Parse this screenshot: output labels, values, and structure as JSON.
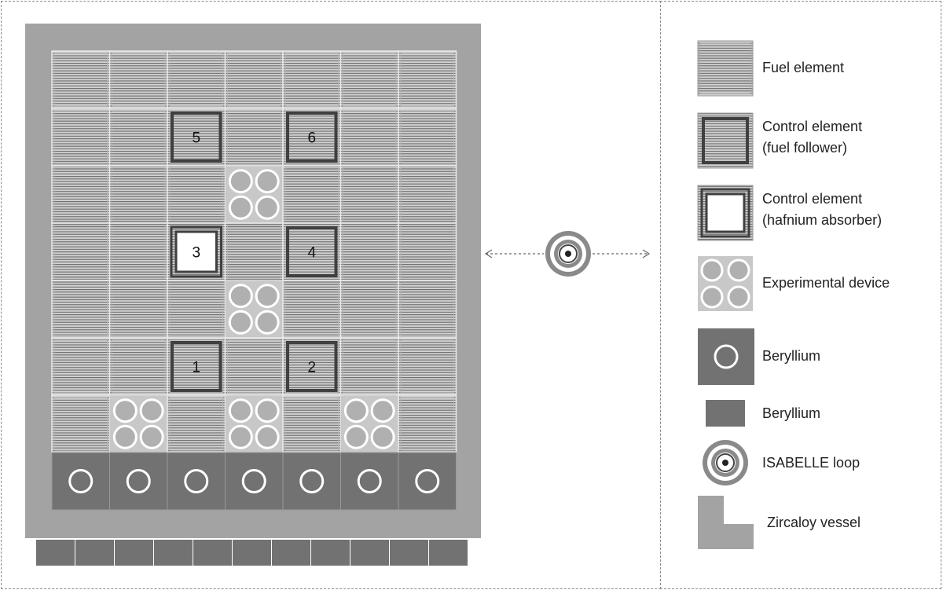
{
  "diagram": {
    "grid_layout": [
      [
        "fuel",
        "fuel",
        "fuel",
        "fuel",
        "fuel",
        "fuel",
        "fuel"
      ],
      [
        "fuel",
        "fuel",
        "control-fuel",
        "fuel",
        "control-fuel",
        "fuel",
        "fuel"
      ],
      [
        "fuel",
        "fuel",
        "fuel",
        "experimental",
        "fuel",
        "fuel",
        "fuel"
      ],
      [
        "fuel",
        "fuel",
        "control-hafnium",
        "fuel",
        "control-fuel",
        "fuel",
        "fuel"
      ],
      [
        "fuel",
        "fuel",
        "fuel",
        "experimental",
        "fuel",
        "fuel",
        "fuel"
      ],
      [
        "fuel",
        "fuel",
        "control-fuel",
        "fuel",
        "control-fuel",
        "fuel",
        "fuel"
      ],
      [
        "fuel",
        "experimental",
        "fuel",
        "experimental",
        "fuel",
        "experimental",
        "fuel"
      ],
      [
        "beryllium-hole",
        "beryllium-hole",
        "beryllium-hole",
        "beryllium-hole",
        "beryllium-hole",
        "beryllium-hole",
        "beryllium-hole"
      ]
    ],
    "control_labels": [
      {
        "row": 1,
        "col": 2,
        "label": "5"
      },
      {
        "row": 1,
        "col": 4,
        "label": "6"
      },
      {
        "row": 3,
        "col": 2,
        "label": "3"
      },
      {
        "row": 3,
        "col": 4,
        "label": "4"
      },
      {
        "row": 5,
        "col": 2,
        "label": "1"
      },
      {
        "row": 5,
        "col": 4,
        "label": "2"
      }
    ],
    "bottom_reflector_blocks": 11
  },
  "legend": {
    "fuel_element": "Fuel element",
    "control_fuel_line1": "Control element",
    "control_fuel_line2": "(fuel follower)",
    "control_hafnium_line1": "Control element",
    "control_hafnium_line2": "(hafnium absorber)",
    "experimental_device": "Experimental device",
    "beryllium_hole": "Beryllium",
    "beryllium_block": "Beryllium",
    "isabelle_loop": "ISABELLE loop",
    "zircaloy_vessel": "Zircaloy vessel"
  },
  "colors": {
    "vessel": "#a3a3a3",
    "cell_bg": "#d2d2d2",
    "stripe": "#6f6f6f",
    "beryllium": "#727272",
    "control_border": "#404040",
    "white": "#ffffff"
  }
}
